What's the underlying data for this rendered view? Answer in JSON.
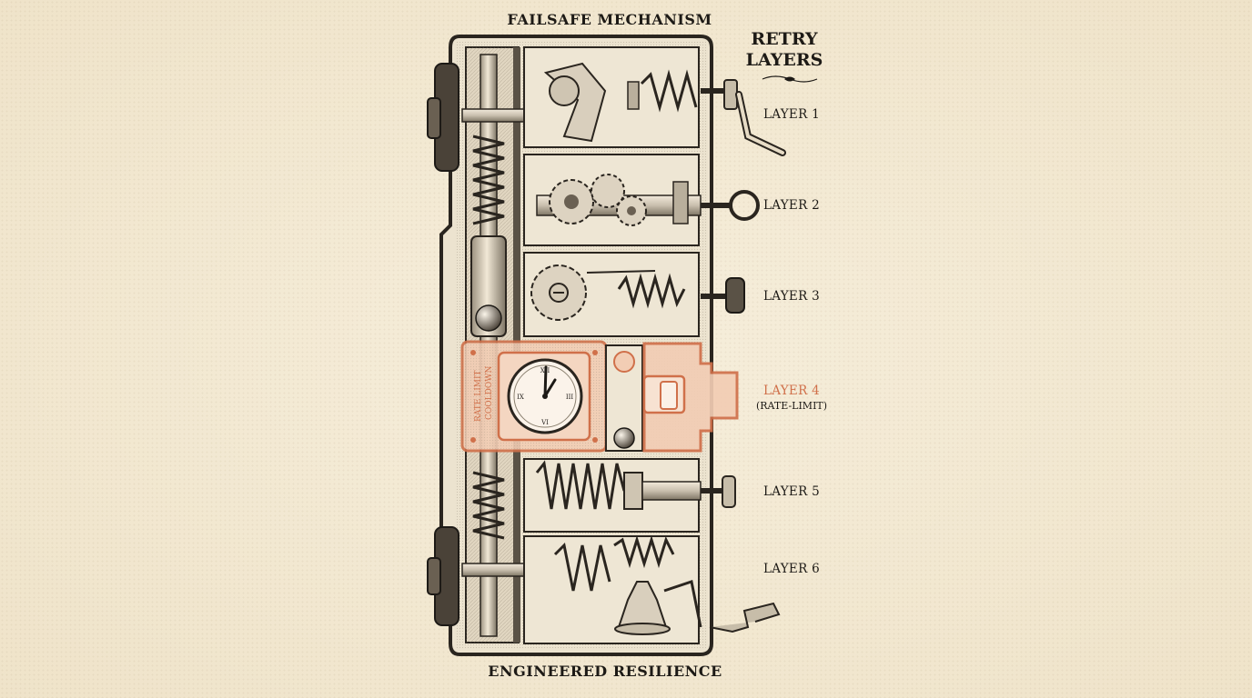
{
  "header": {
    "title": "FAILSAFE MECHANISM"
  },
  "legend": {
    "heading_line1": "RETRY",
    "heading_line2": "LAYERS",
    "layers": [
      {
        "label": "LAYER 1",
        "note": ""
      },
      {
        "label": "LAYER 2",
        "note": ""
      },
      {
        "label": "LAYER 3",
        "note": ""
      },
      {
        "label": "LAYER 4",
        "note": "(RATE-LIMIT)"
      },
      {
        "label": "LAYER 5",
        "note": ""
      },
      {
        "label": "LAYER 6",
        "note": ""
      }
    ],
    "active_layer": 4
  },
  "plate": {
    "line1": "RATE LIMIT",
    "line2": "COOLDOWN"
  },
  "footer": {
    "caption": "ENGINEERED RESILIENCE"
  },
  "colors": {
    "ink": "#1d1a16",
    "accent": "#d0704a",
    "paper": "#f5ecd8",
    "metal": "#e7dcc6"
  }
}
